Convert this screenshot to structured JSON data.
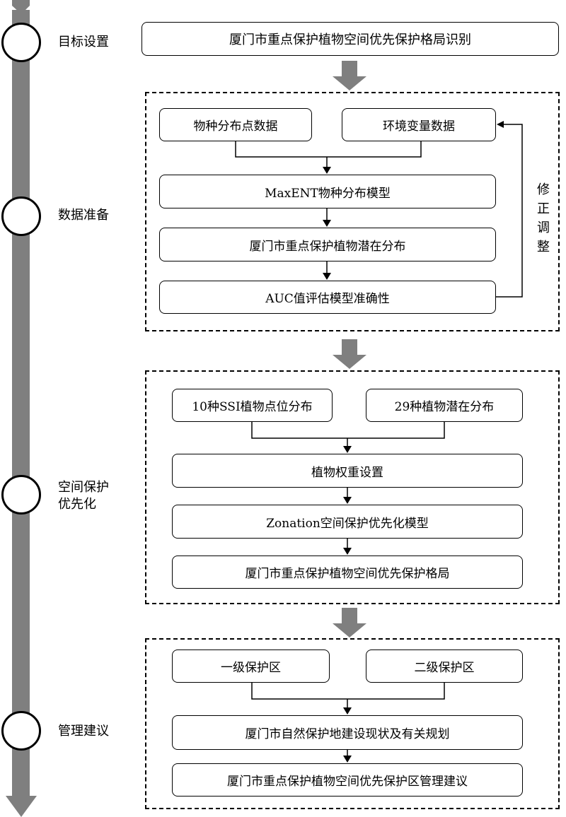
{
  "stages": [
    {
      "label": "目标设置"
    },
    {
      "label": "数据准备"
    },
    {
      "label": "空间保护\n优先化"
    },
    {
      "label": "管理建议"
    }
  ],
  "goal": "厦门市重点保护植物空间优先保护格局识别",
  "data_prep": {
    "species_points": "物种分布点数据",
    "env_vars": "环境变量数据",
    "maxent": "MaxENT物种分布模型",
    "potential": "厦门市重点保护植物潜在分布",
    "auc": "AUC值评估模型准确性",
    "feedback": "修正调整"
  },
  "prioritization": {
    "ssi": "10种SSI植物点位分布",
    "potential29": "29种植物潜在分布",
    "weight": "植物权重设置",
    "zonation": "Zonation空间保护优先化模型",
    "pattern": "厦门市重点保护植物空间优先保护格局"
  },
  "management": {
    "level1": "一级保护区",
    "level2": "二级保护区",
    "status": "厦门市自然保护地建设现状及有关规划",
    "advice": "厦门市重点保护植物空间优先保护区管理建议"
  },
  "colors": {
    "bar": "#7f7f7f",
    "line": "#000000"
  }
}
